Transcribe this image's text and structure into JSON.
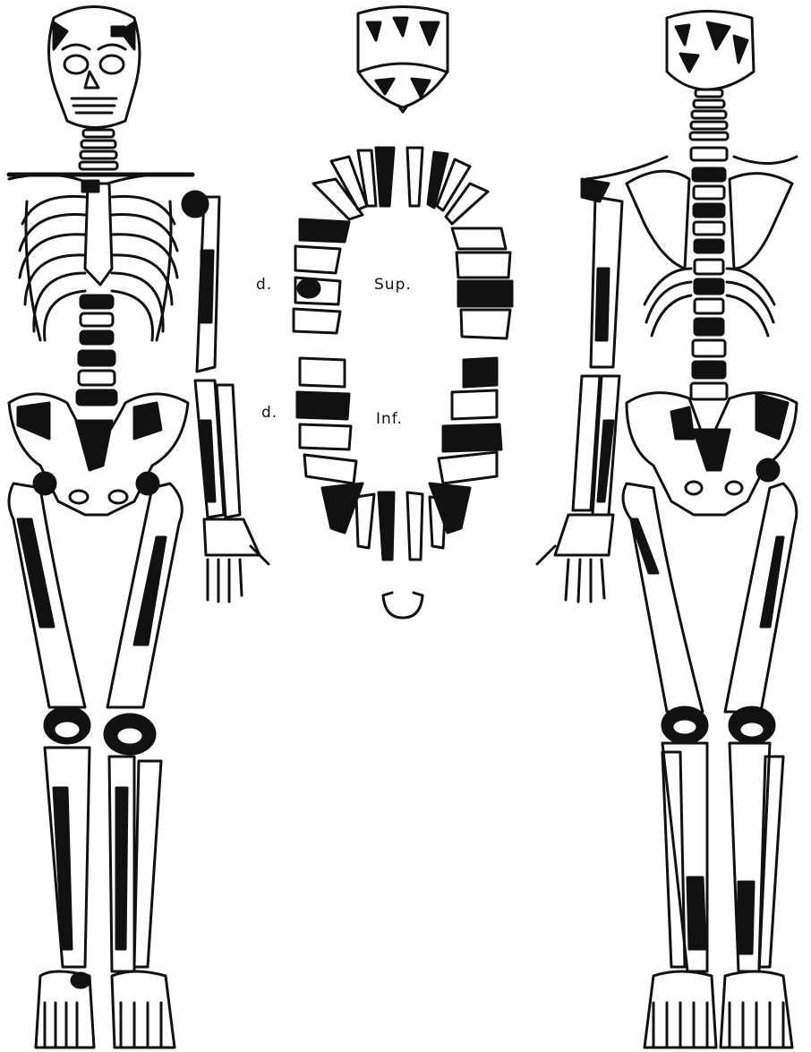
{
  "labels": {
    "upper_side": "d.",
    "upper_arch": "Sup.",
    "lower_side": "d.",
    "lower_arch": "Inf."
  },
  "colors": {
    "ink": "#111111",
    "paper": "#ffffff"
  }
}
